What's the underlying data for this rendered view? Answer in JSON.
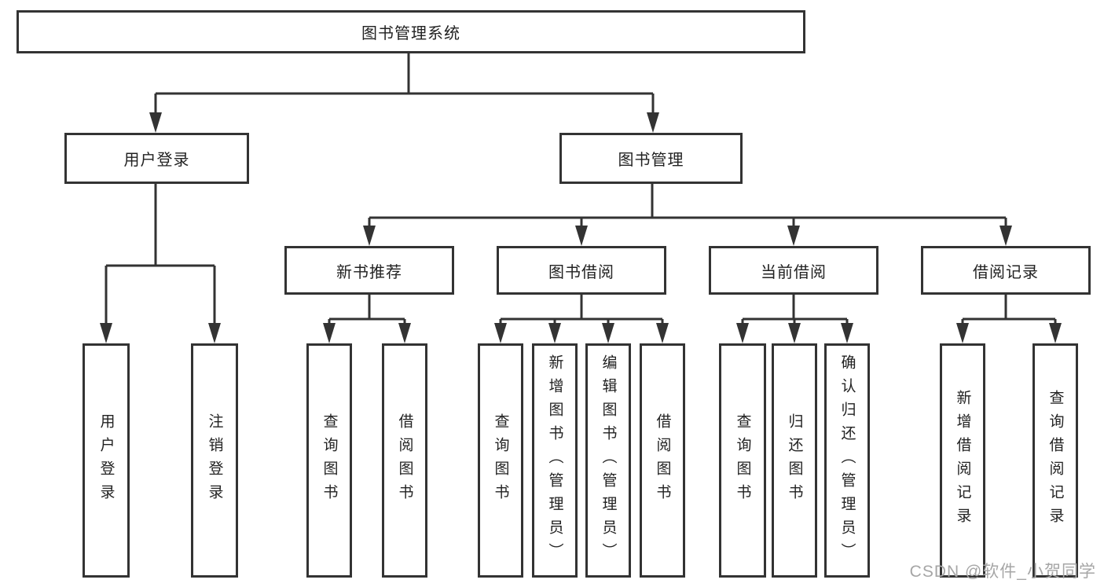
{
  "diagram": {
    "root": {
      "label": "图书管理系统"
    },
    "login": {
      "label": "用户登录",
      "children": [
        {
          "label": "用户登录"
        },
        {
          "label": "注销登录"
        }
      ]
    },
    "management": {
      "label": "图书管理",
      "groups": [
        {
          "label": "新书推荐",
          "children": [
            {
              "label": "查询图书"
            },
            {
              "label": "借阅图书"
            }
          ]
        },
        {
          "label": "图书借阅",
          "children": [
            {
              "label": "查询图书"
            },
            {
              "label": "新增图书（管理员）"
            },
            {
              "label": "编辑图书（管理员）"
            },
            {
              "label": "借阅图书"
            }
          ]
        },
        {
          "label": "当前借阅",
          "children": [
            {
              "label": "查询图书"
            },
            {
              "label": "归还图书"
            },
            {
              "label": "确认归还（管理员）"
            }
          ]
        },
        {
          "label": "借阅记录",
          "children": [
            {
              "label": "新增借阅记录"
            },
            {
              "label": "查询借阅记录"
            }
          ]
        }
      ]
    }
  },
  "watermark": {
    "text": "CSDN @软件_小贺同学"
  },
  "colors": {
    "line": "#333333",
    "box_border": "#333333",
    "text": "#222222",
    "watermark": "#a6a6a6",
    "background": "#ffffff"
  }
}
